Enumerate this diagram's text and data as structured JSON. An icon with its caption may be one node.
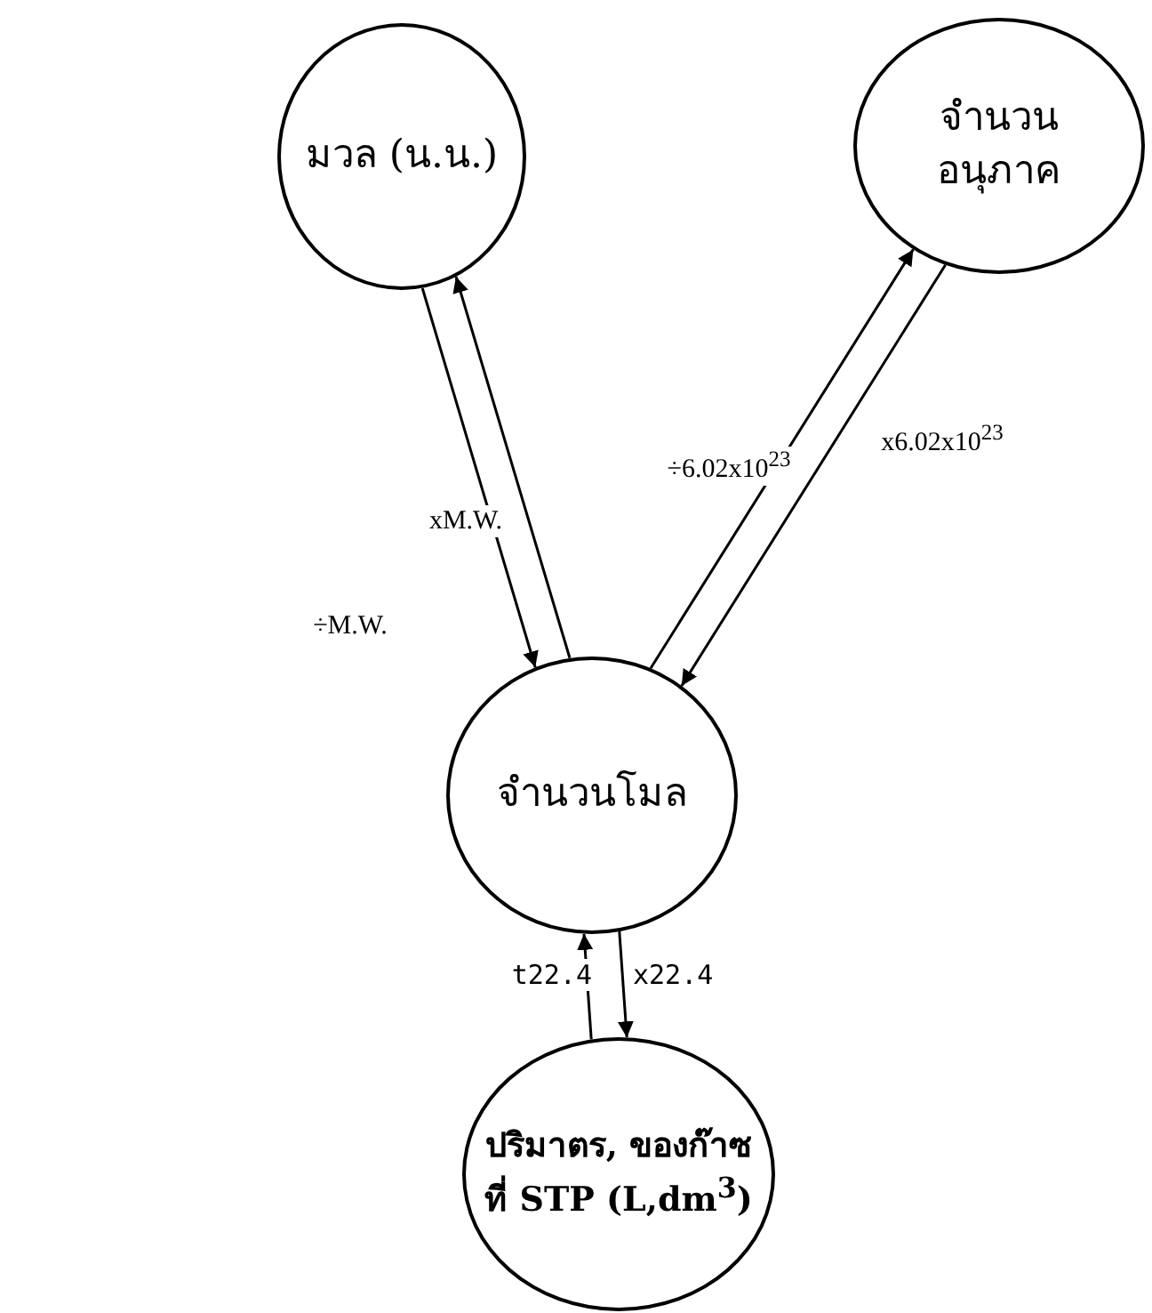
{
  "diagram": {
    "nodes": [
      {
        "text": [
          "มวล (น.น.)"
        ]
      },
      {
        "text": [
          "จำนวน อนุภาค"
        ]
      },
      {
        "text": [
          "จำนวนโมล"
        ]
      },
      {
        "text": [
          "ปริมาตร, ของก๊าซที่ STP (L,dm$^{3}$)"
        ]
      }
    ],
    "edges": [
      {
        "from": 0,
        "to": 2,
        "arrow": "to",
        "label": "÷M.W."
      },
      {
        "from": 2,
        "to": 0,
        "arrow": "to",
        "label": "xM.W."
      },
      {
        "from": 2,
        "to": 1,
        "arrow": "to",
        "label": "÷6.02x10$^{23}$"
      },
      {
        "from": 1,
        "to": 2,
        "arrow": "to",
        "label": "x6.02x10$^{23}$"
      },
      {
        "from": 3,
        "to": 2,
        "arrow": "to",
        "label": "t22.4"
      },
      {
        "from": 2,
        "to": 3,
        "arrow": "to",
        "label": "x22.4"
      }
    ]
  }
}
